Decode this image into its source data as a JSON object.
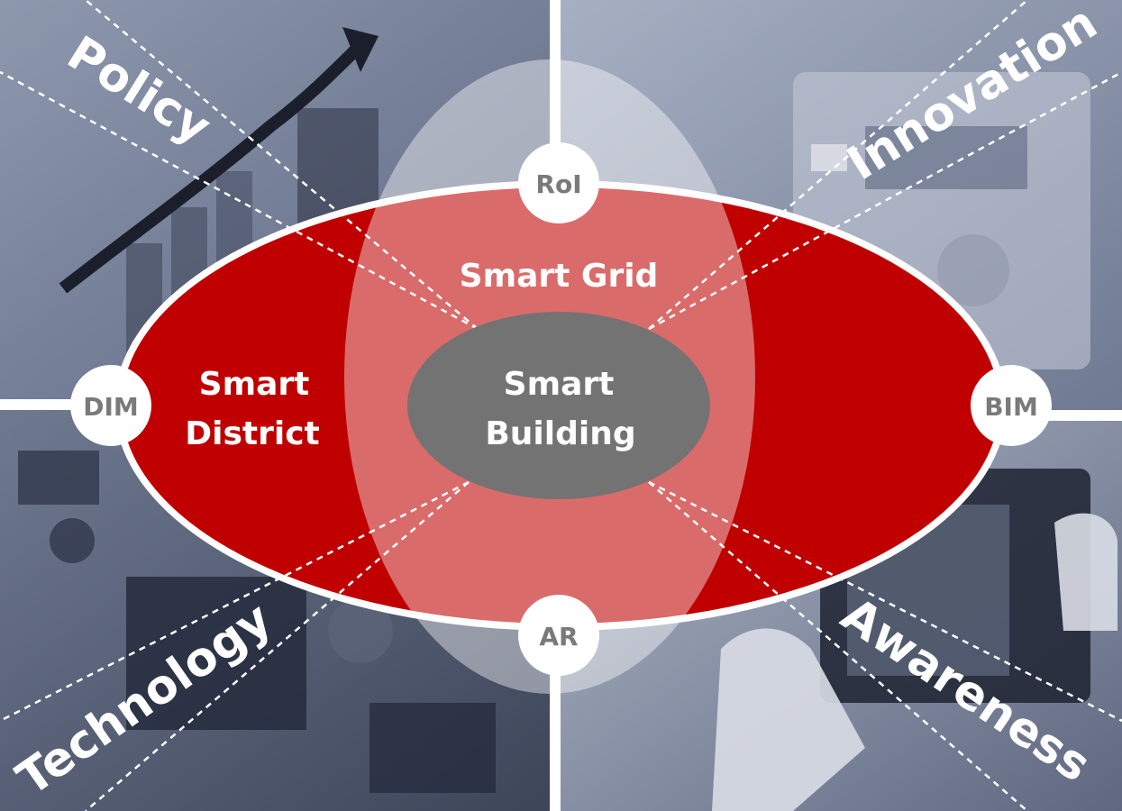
{
  "quadrants": {
    "top_left": "Policy",
    "top_right": "Innovation",
    "bottom_left": "Technology",
    "bottom_right": "Awareness"
  },
  "ellipse": {
    "left": {
      "line1": "Smart",
      "line2": "District"
    },
    "top": "Smart Grid",
    "center": {
      "line1": "Smart",
      "line2": "Building"
    }
  },
  "nodes": {
    "top": "RoI",
    "left": "DIM",
    "right": "BIM",
    "bottom": "AR"
  },
  "colors": {
    "red": "#c00000",
    "pink_overlay": "#e6b0ae",
    "center_gray": "#737373",
    "photo_tint": "#7f8aa3"
  }
}
